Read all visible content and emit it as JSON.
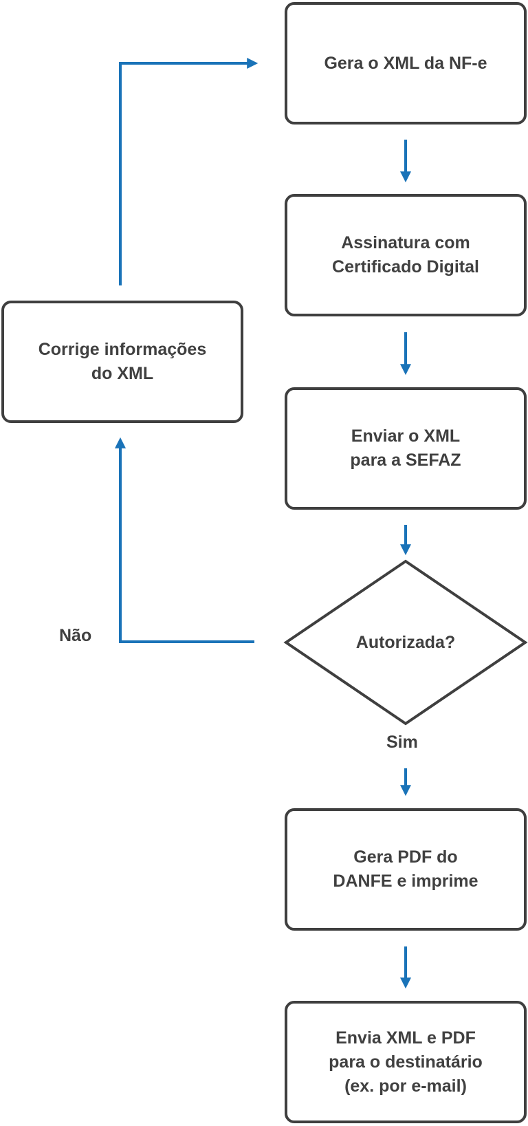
{
  "colors": {
    "arrow": "#1a73b8",
    "box_border": "#3f3f3f",
    "text": "#404040"
  },
  "nodes": {
    "gera_xml": {
      "lines": [
        "Gera o XML da NF-e"
      ]
    },
    "assinatura": {
      "lines": [
        "Assinatura com",
        "Certificado Digital"
      ]
    },
    "enviar_sefaz": {
      "lines": [
        "Enviar o XML",
        "para a SEFAZ"
      ]
    },
    "autorizada": {
      "lines": [
        "Autorizada?"
      ]
    },
    "gera_pdf": {
      "lines": [
        "Gera PDF do",
        "DANFE e imprime"
      ]
    },
    "envia_destinatario": {
      "lines": [
        "Envia XML e PDF",
        "para o destinatário",
        "(ex. por e-mail)"
      ]
    },
    "corrige": {
      "lines": [
        "Corrige informações",
        "do XML"
      ]
    }
  },
  "edges": {
    "sim_label": "Sim",
    "nao_label": "Não"
  }
}
